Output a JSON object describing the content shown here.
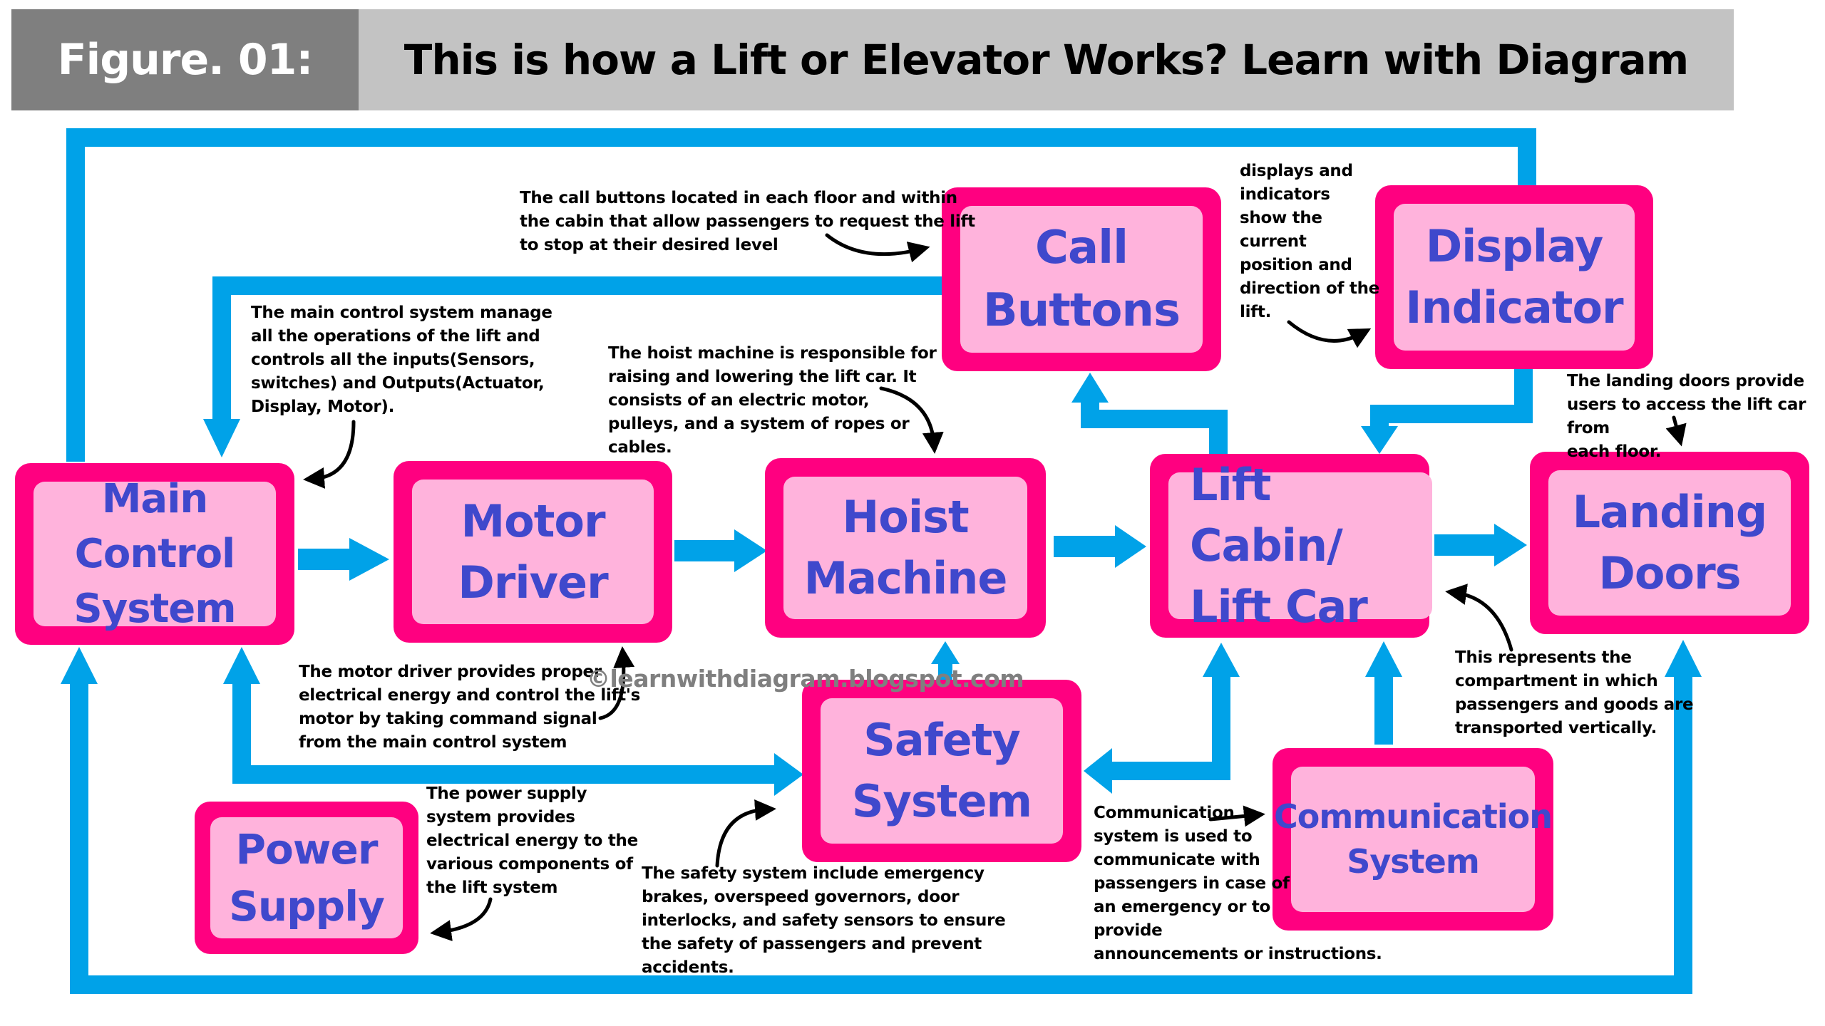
{
  "header": {
    "figure_label": "Figure. 01:",
    "title": "This is how a Lift or Elevator Works? Learn with Diagram"
  },
  "colors": {
    "box_border": "#ff0080",
    "box_fill": "#ffb3dc",
    "box_text": "#3f48cc",
    "connector": "#00a2e8",
    "annotation_arrow": "#000000"
  },
  "watermark": "©learnwithdiagram.blogspot.com",
  "blocks": {
    "main_control": "Main\nControl\nSystem",
    "motor_driver": "Motor\nDriver",
    "hoist_machine": "Hoist\nMachine",
    "lift_cabin": "Lift Cabin/\nLift Car",
    "landing_doors": "Landing\nDoors",
    "call_buttons": "Call\nButtons",
    "display_indicator": "Display\nIndicator",
    "safety_system": "Safety\nSystem",
    "communication_system": "Communication\nSystem",
    "power_supply": "Power\nSupply"
  },
  "notes": {
    "call_buttons": "The call buttons located in each floor and within\nthe cabin that allow passengers to request the lift\nto stop at their desired level",
    "display_indicator": "displays and\nindicators\nshow the\ncurrent\nposition and\ndirection of the\nlift.",
    "main_control": "The main control system manage\nall the operations of the lift  and\ncontrols all the inputs(Sensors,\nswitches) and Outputs(Actuator,\nDisplay, Motor).",
    "hoist_machine": "The hoist machine is responsible for\nraising and lowering the lift car. It\nconsists of an electric motor,\npulleys, and a system of ropes or\ncables.",
    "landing_doors": "The landing doors provide\nusers to access the lift car from\neach floor.",
    "motor_driver": "The motor driver provides proper\nelectrical energy and control the lift's\nmotor by taking command signal\nfrom the main control system",
    "lift_cabin": "This represents the\ncompartment in which\npassengers and goods are\ntransported vertically.",
    "power_supply": "The power supply\nsystem provides\nelectrical energy to the\nvarious components of\nthe lift system",
    "safety_system": "The safety system include emergency\nbrakes, overspeed governors, door\ninterlocks, and safety sensors to ensure\nthe safety of passengers and prevent\naccidents.",
    "communication_system": "Communication\nsystem is used to\ncommunicate with\npassengers in case of\nan emergency or to\nprovide\nannouncements or instructions."
  }
}
